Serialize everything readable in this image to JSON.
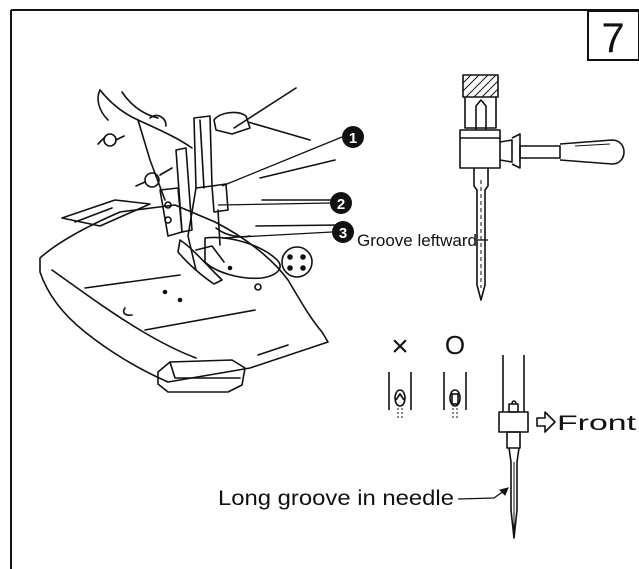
{
  "step_number": "7",
  "callouts": [
    "1",
    "2",
    "3"
  ],
  "labels": {
    "groove_leftward": "Groove leftward",
    "front": "Front",
    "long_groove": "Long groove in needle"
  },
  "marks": {
    "wrong": "×",
    "right": "O"
  },
  "colors": {
    "ink": "#111111",
    "paper": "#ffffff",
    "callout_fill": "#111111",
    "callout_text": "#ffffff"
  }
}
